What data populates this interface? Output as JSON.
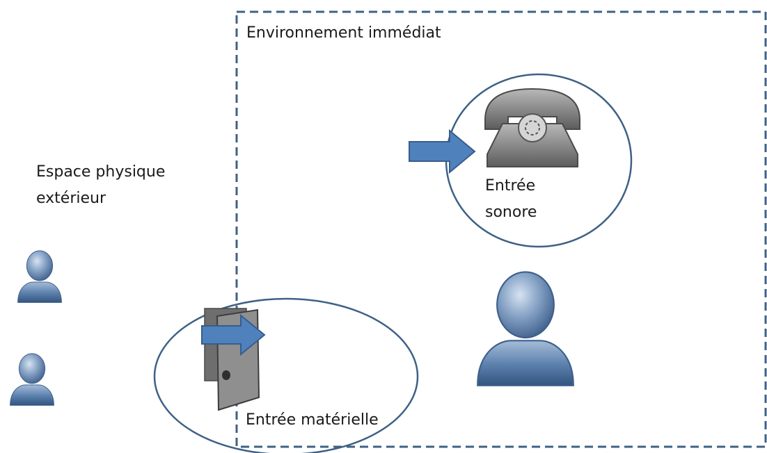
{
  "labels": {
    "immediate_environment": "Environnement immédiat",
    "outside_space_line1": "Espace physique",
    "outside_space_line2": "extérieur",
    "sound_input_line1": "Entrée",
    "sound_input_line2": "sonore",
    "material_input": "Entrée matérielle"
  },
  "icons": {
    "person": "person-icon",
    "phone": "telephone-icon",
    "door": "door-icon",
    "arrow": "arrow-right-icon"
  },
  "colors": {
    "border": "#3e6185",
    "arrow_fill": "#4f81bd",
    "arrow_stroke": "#385d8a",
    "person": "#4a6fa0",
    "door": "#8f8f8f",
    "phone": "#7a7a7a"
  }
}
